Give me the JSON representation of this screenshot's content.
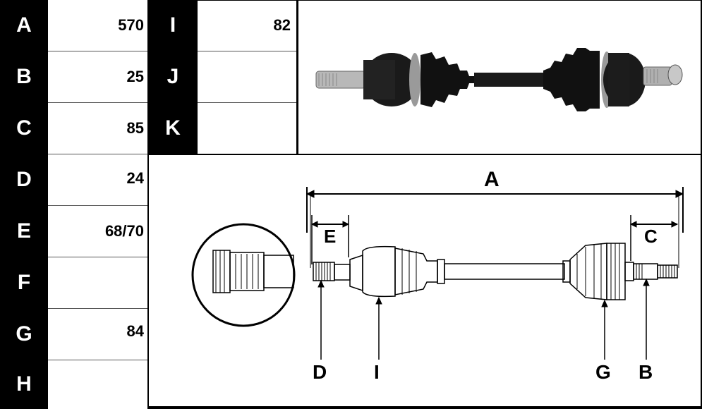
{
  "left_table": {
    "rows": [
      {
        "label": "A",
        "value": "570"
      },
      {
        "label": "B",
        "value": "25"
      },
      {
        "label": "C",
        "value": "85"
      },
      {
        "label": "D",
        "value": "24"
      },
      {
        "label": "E",
        "value": "68/70"
      },
      {
        "label": "F",
        "value": ""
      },
      {
        "label": "G",
        "value": "84"
      },
      {
        "label": "H",
        "value": ""
      }
    ]
  },
  "mid_table": {
    "rows": [
      {
        "label": "I",
        "value": "82"
      },
      {
        "label": "J",
        "value": ""
      },
      {
        "label": "K",
        "value": ""
      }
    ]
  },
  "diagram": {
    "label_a": "A",
    "label_b": "B",
    "label_c": "C",
    "label_d": "D",
    "label_e": "E",
    "label_g": "G",
    "label_i": "I"
  },
  "photo": {
    "icon": "drive-shaft-photo"
  }
}
